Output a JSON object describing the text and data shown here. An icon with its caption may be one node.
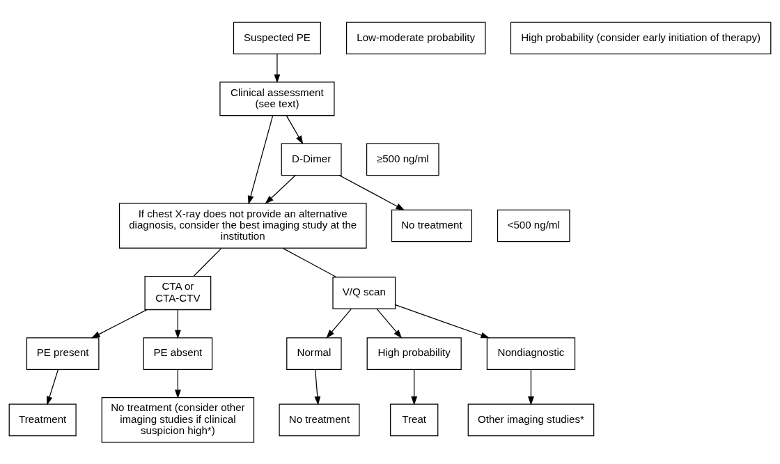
{
  "diagram": {
    "nodes": [
      {
        "text": [
          "Suspected PE"
        ]
      },
      {
        "text": [
          "Clinical assessment (see text)"
        ]
      },
      {
        "text": [
          "Low-moderate probability"
        ]
      },
      {
        "text": [
          "High probability (consider early initiation of therapy)"
        ]
      },
      {
        "text": [
          "D-Dimer"
        ]
      },
      {
        "text": [
          "If chest X-ray does not provide an alternative diagnosis, consider the best imaging study at the institution"
        ]
      },
      {
        "text": [
          "≥500 ng/ml"
        ]
      },
      {
        "text": [
          "<500 ng/ml"
        ]
      },
      {
        "text": [
          "No treatment"
        ]
      },
      {
        "text": [
          "CTA or CTA-CTV"
        ]
      },
      {
        "text": [
          "V/Q scan"
        ]
      },
      {
        "text": [
          "PE present"
        ]
      },
      {
        "text": [
          "PE absent"
        ]
      },
      {
        "text": [
          "Normal"
        ]
      },
      {
        "text": [
          "High probability"
        ]
      },
      {
        "text": [
          "Nondiagnostic"
        ]
      },
      {
        "text": [
          "Treatment"
        ]
      },
      {
        "text": [
          "No treatment (consider other imaging studies if clinical suspicion high*)"
        ]
      },
      {
        "text": [
          "No treatment"
        ]
      },
      {
        "text": [
          "Treat"
        ]
      },
      {
        "text": [
          "Other imaging studies*"
        ]
      }
    ],
    "edges": [
      {
        "from": 0,
        "to": 1,
        "arrow": "to"
      },
      {
        "from": 1,
        "to": 4,
        "arrow": "to"
      },
      {
        "from": 1,
        "to": 5,
        "arrow": "to"
      },
      {
        "from": 4,
        "to": 5,
        "arrow": "to"
      },
      {
        "from": 4,
        "to": 8,
        "arrow": "to"
      },
      {
        "from": 5,
        "to": 9,
        "arrow": "none"
      },
      {
        "from": 5,
        "to": 10,
        "arrow": "none"
      },
      {
        "from": 9,
        "to": 11,
        "arrow": "to"
      },
      {
        "from": 9,
        "to": 12,
        "arrow": "to"
      },
      {
        "from": 10,
        "to": 13,
        "arrow": "to"
      },
      {
        "from": 10,
        "to": 14,
        "arrow": "to"
      },
      {
        "from": 10,
        "to": 15,
        "arrow": "to"
      },
      {
        "from": 11,
        "to": 16,
        "arrow": "to"
      },
      {
        "from": 12,
        "to": 17,
        "arrow": "to"
      },
      {
        "from": 13,
        "to": 18,
        "arrow": "to"
      },
      {
        "from": 14,
        "to": 19,
        "arrow": "to"
      },
      {
        "from": 15,
        "to": 20,
        "arrow": "to"
      }
    ]
  }
}
